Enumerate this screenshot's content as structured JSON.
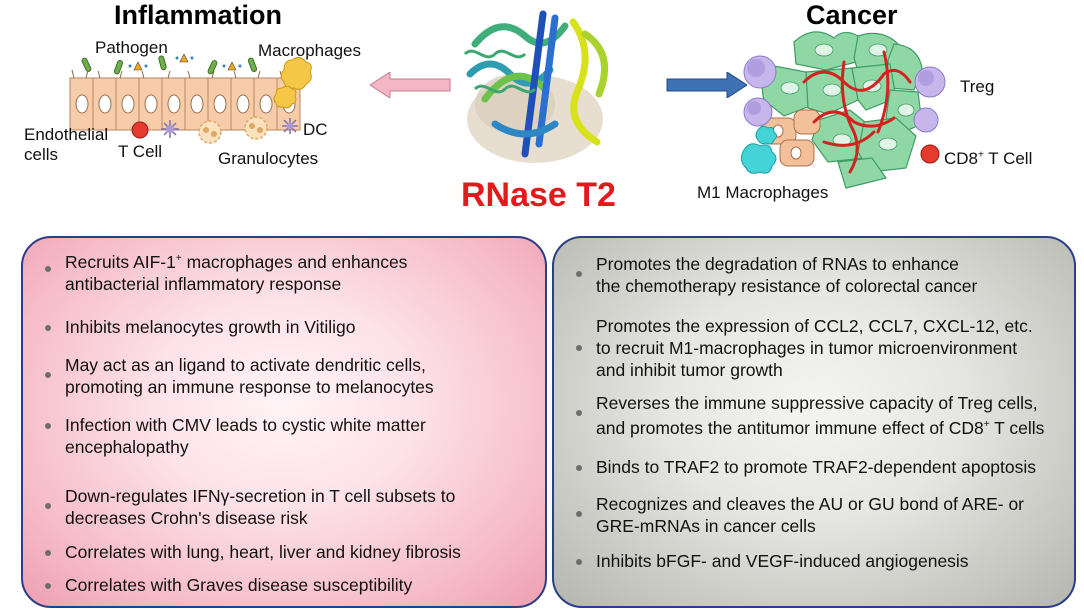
{
  "top": {
    "inflammation_title": "Inflammation",
    "cancer_title": "Cancer",
    "center_title": "RNase T2",
    "inflammation_labels": {
      "pathogen": "Pathogen",
      "macrophages": "Macrophages",
      "endothelial_line1": "Endothelial",
      "endothelial_line2": "cells",
      "t_cell": "T Cell",
      "dc": "DC",
      "granulocytes": "Granulocytes"
    },
    "cancer_labels": {
      "treg": "Treg",
      "cd8_prefix": "CD8",
      "cd8_sup": "+",
      "cd8_suffix": " T Cell",
      "m1": "M1 Macrophages"
    },
    "colors": {
      "arrow_left": "#f4b6c4",
      "arrow_right": "#3f72b5",
      "title_red": "#e3191c",
      "panel_border": "#2a3f87"
    }
  },
  "left_panel": {
    "items": [
      {
        "text_a": "Recruits AIF-1",
        "sup": "+",
        "text_b": " macrophages and enhances\nantibacterial inflammatory response"
      },
      {
        "text_a": "Inhibits melanocytes growth in Vitiligo",
        "sup": "",
        "text_b": ""
      },
      {
        "text_a": "May act as an ligand to activate dendritic cells,\npromoting an immune response to melanocytes",
        "sup": "",
        "text_b": ""
      },
      {
        "text_a": "Infection with CMV leads to cystic white matter\nencephalopathy",
        "sup": "",
        "text_b": ""
      },
      {
        "text_a": "Down-regulates IFNγ-secretion in T cell subsets to\ndecreases Crohn's disease risk",
        "sup": "",
        "text_b": ""
      },
      {
        "text_a": "Correlates with lung, heart, liver and kidney fibrosis",
        "sup": "",
        "text_b": ""
      },
      {
        "text_a": "Correlates with Graves disease susceptibility",
        "sup": "",
        "text_b": ""
      }
    ]
  },
  "right_panel": {
    "items": [
      {
        "text_a": "Promotes the degradation of RNAs to enhance\nthe chemotherapy resistance of colorectal cancer",
        "sup": "",
        "text_b": ""
      },
      {
        "text_a": "Promotes the expression of CCL2, CCL7, CXCL-12, etc.\nto recruit M1-macrophages in tumor microenvironment\nand inhibit tumor growth",
        "sup": "",
        "text_b": ""
      },
      {
        "text_a": "Reverses the immune suppressive capacity of Treg cells,\nand promotes the antitumor immune effect of CD8",
        "sup": "+",
        "text_b": " T cells"
      },
      {
        "text_a": "Binds to TRAF2 to promote TRAF2-dependent apoptosis",
        "sup": "",
        "text_b": ""
      },
      {
        "text_a": "Recognizes and cleaves the AU or GU bond of ARE- or\nGRE-mRNAs in cancer cells",
        "sup": "",
        "text_b": ""
      },
      {
        "text_a": "Inhibits  bFGF- and VEGF-induced angiogenesis",
        "sup": "",
        "text_b": ""
      }
    ]
  }
}
